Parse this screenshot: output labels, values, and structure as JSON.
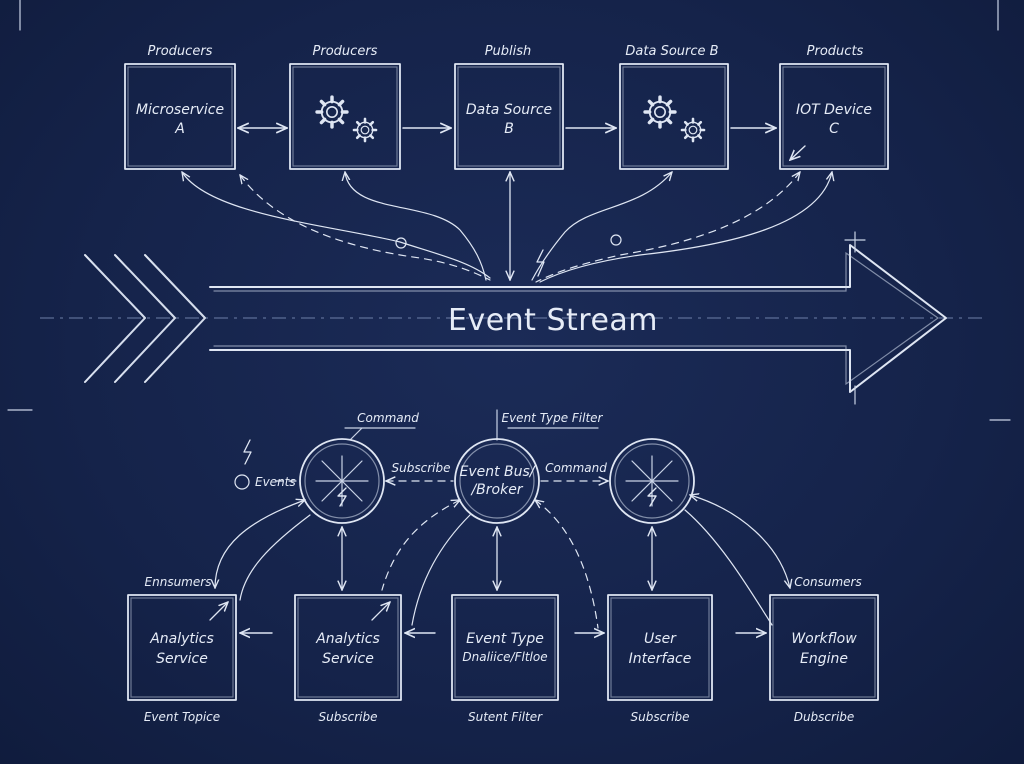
{
  "title": "Event Stream",
  "producers": {
    "top_labels": [
      "Producers",
      "Producers",
      "Publish",
      "Data Source B",
      "Products"
    ],
    "boxes": [
      {
        "line1": "Microservice",
        "line2": "A",
        "icon": ""
      },
      {
        "line1": "",
        "line2": "",
        "icon": "gears-icon"
      },
      {
        "line1": "Data Source",
        "line2": "B",
        "icon": ""
      },
      {
        "line1": "",
        "line2": "",
        "icon": "gears-icon"
      },
      {
        "line1": "IOT Device",
        "line2": "C",
        "icon": ""
      }
    ]
  },
  "brokers": {
    "command_left": "Command",
    "event_type_filter": "Event Type Filter",
    "subscribe": "Subscribe",
    "command_right": "Command",
    "events": "Events",
    "bus_line1": "Event Bus/",
    "bus_line2": "/Broker"
  },
  "consumers": {
    "left_label": "Ennsumers",
    "right_label": "Consumers",
    "boxes": [
      {
        "line1": "Analytics",
        "line2": "Service"
      },
      {
        "line1": "Analytics",
        "line2": "Service"
      },
      {
        "line1": "Event Type",
        "line2": "Dnaliice/Fltloe"
      },
      {
        "line1": "User",
        "line2": "Interface"
      },
      {
        "line1": "Workflow",
        "line2": "Engine"
      }
    ],
    "bottom_labels": [
      "Event Topice",
      "Subscribe",
      "Sutent Filter",
      "Subscribe",
      "Dubscribe"
    ]
  },
  "colors": {
    "background": "#16244a",
    "ink": "#dfe6f3"
  }
}
